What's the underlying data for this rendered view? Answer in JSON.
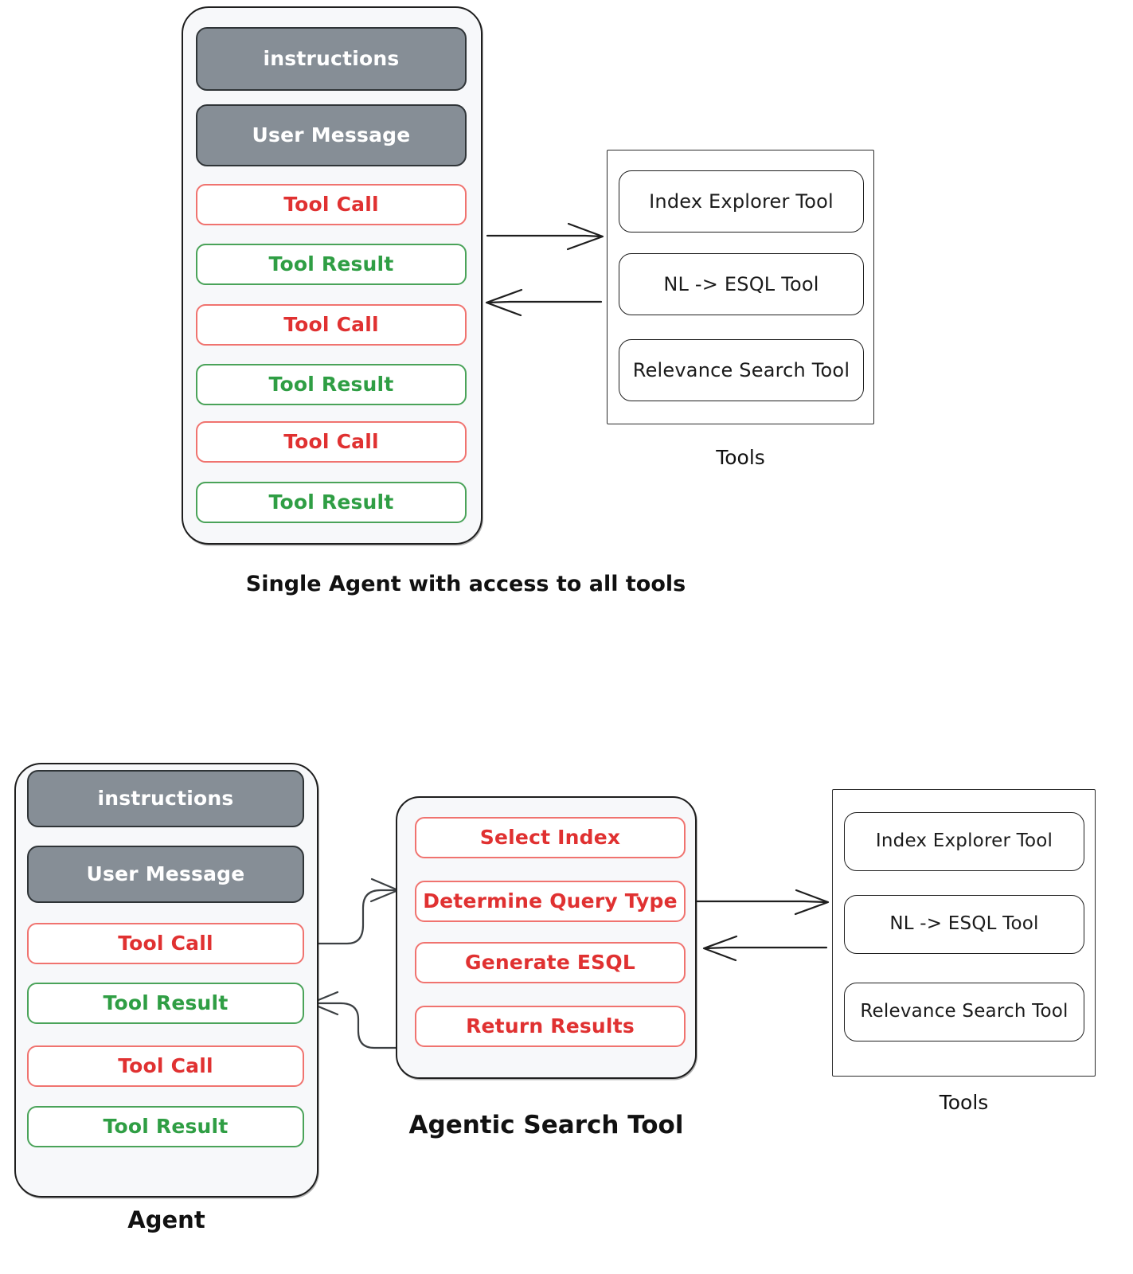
{
  "diagram": {
    "title_top": "Single Agent with access to all tools",
    "colors": {
      "gray_block": "#868e96",
      "red_border": "#f0736f",
      "red_text": "#e03131",
      "green_border": "#4aa359",
      "green_text": "#2f9e44",
      "panel_bg": "#f7f8fa",
      "stroke": "#1e1e1e",
      "page_bg": "#ffffff"
    }
  },
  "top_section": {
    "caption": "Single Agent with access to all tools",
    "agent_panel": {
      "name": "agent-context-panel",
      "blocks": [
        {
          "label": "instructions",
          "style": "gray"
        },
        {
          "label": "User Message",
          "style": "gray"
        },
        {
          "label": "Tool Call",
          "style": "red"
        },
        {
          "label": "Tool Result",
          "style": "green"
        },
        {
          "label": "Tool Call",
          "style": "red"
        },
        {
          "label": "Tool Result",
          "style": "green"
        },
        {
          "label": "Tool Call",
          "style": "red"
        },
        {
          "label": "Tool Result",
          "style": "green"
        }
      ]
    },
    "tools_box": {
      "caption": "Tools",
      "tools": [
        {
          "label": "Index Explorer Tool"
        },
        {
          "label": "NL -> ESQL Tool"
        },
        {
          "label": "Relevance Search Tool"
        }
      ]
    },
    "arrows": [
      {
        "name": "agent-to-tools-arrow",
        "direction": "right"
      },
      {
        "name": "tools-to-agent-arrow",
        "direction": "left"
      }
    ]
  },
  "bottom_section": {
    "agent_panel": {
      "caption": "Agent",
      "blocks": [
        {
          "label": "instructions",
          "style": "gray"
        },
        {
          "label": "User Message",
          "style": "gray"
        },
        {
          "label": "Tool Call",
          "style": "red"
        },
        {
          "label": "Tool Result",
          "style": "green"
        },
        {
          "label": "Tool Call",
          "style": "red"
        },
        {
          "label": "Tool Result",
          "style": "green"
        }
      ]
    },
    "agentic_search_tool": {
      "caption": "Agentic Search Tool",
      "steps": [
        {
          "label": "Select Index"
        },
        {
          "label": "Determine Query Type"
        },
        {
          "label": "Generate ESQL"
        },
        {
          "label": "Return Results"
        }
      ]
    },
    "tools_box": {
      "caption": "Tools",
      "tools": [
        {
          "label": "Index Explorer Tool"
        },
        {
          "label": "NL -> ESQL Tool"
        },
        {
          "label": "Relevance Search Tool"
        }
      ]
    },
    "arrows": [
      {
        "name": "agent-to-agentic-search-arrow",
        "direction": "right-curved"
      },
      {
        "name": "agentic-search-to-agent-arrow",
        "direction": "left-curved"
      },
      {
        "name": "agentic-search-to-tools-arrow",
        "direction": "right"
      },
      {
        "name": "tools-to-agentic-search-arrow",
        "direction": "left"
      }
    ]
  }
}
